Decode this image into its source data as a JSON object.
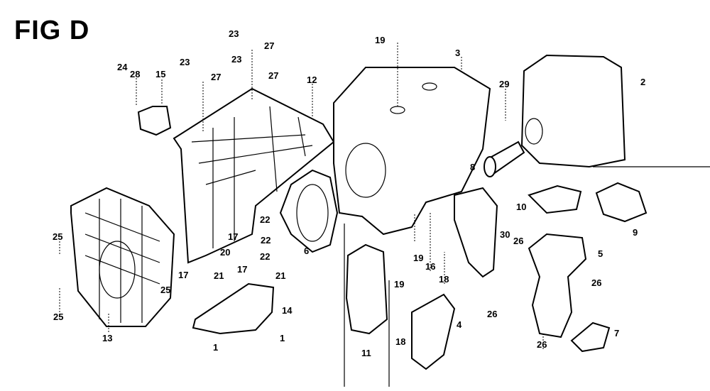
{
  "figure": {
    "title": "FIG D"
  },
  "callouts": [
    "23",
    "27",
    "23",
    "27",
    "23",
    "27",
    "24",
    "28",
    "15",
    "12",
    "19",
    "3",
    "2",
    "29",
    "8",
    "10",
    "9",
    "22",
    "17",
    "22",
    "20",
    "22",
    "6",
    "25",
    "25",
    "25",
    "13",
    "17",
    "21",
    "17",
    "21",
    "14",
    "1",
    "1",
    "30",
    "26",
    "5",
    "19",
    "16",
    "18",
    "26",
    "19",
    "26",
    "4",
    "7",
    "26",
    "11",
    "18"
  ]
}
